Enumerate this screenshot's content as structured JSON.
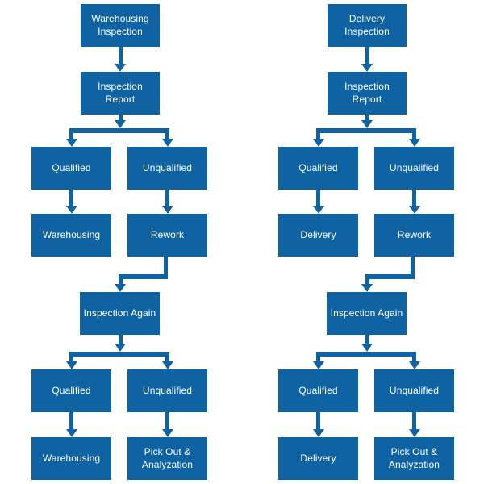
{
  "colors": {
    "node_fill": "#1063a2",
    "connector": "#1063a2",
    "node_text": "#ffffff",
    "background": "#ffffff"
  },
  "charts": {
    "left": {
      "nodes": {
        "start": "Warehousing\nInspection",
        "report": "Inspection\nReport",
        "qualified1": "Qualified",
        "unqualified1": "Unqualified",
        "outcome1": "Warehousing",
        "rework": "Rework",
        "again": "Inspection Again",
        "qualified2": "Qualified",
        "unqualified2": "Unqualified",
        "outcome2": "Warehousing",
        "pickout": "Pick Out &\nAnalyzation"
      },
      "edges": [
        "start->report",
        "report->qualified1",
        "report->unqualified1",
        "qualified1->outcome1",
        "unqualified1->rework",
        "rework->again",
        "again->qualified2",
        "again->unqualified2",
        "qualified2->outcome2",
        "unqualified2->pickout"
      ]
    },
    "right": {
      "nodes": {
        "start": "Delivery\nInspection",
        "report": "Inspection\nReport",
        "qualified1": "Qualified",
        "unqualified1": "Unqualified",
        "outcome1": "Delivery",
        "rework": "Rework",
        "again": "Inspection Again",
        "qualified2": "Qualified",
        "unqualified2": "Unqualified",
        "outcome2": "Delivery",
        "pickout": "Pick Out &\nAnalyzation"
      },
      "edges": [
        "start->report",
        "report->qualified1",
        "report->unqualified1",
        "qualified1->outcome1",
        "unqualified1->rework",
        "rework->again",
        "again->qualified2",
        "again->unqualified2",
        "qualified2->outcome2",
        "unqualified2->pickout"
      ]
    }
  }
}
